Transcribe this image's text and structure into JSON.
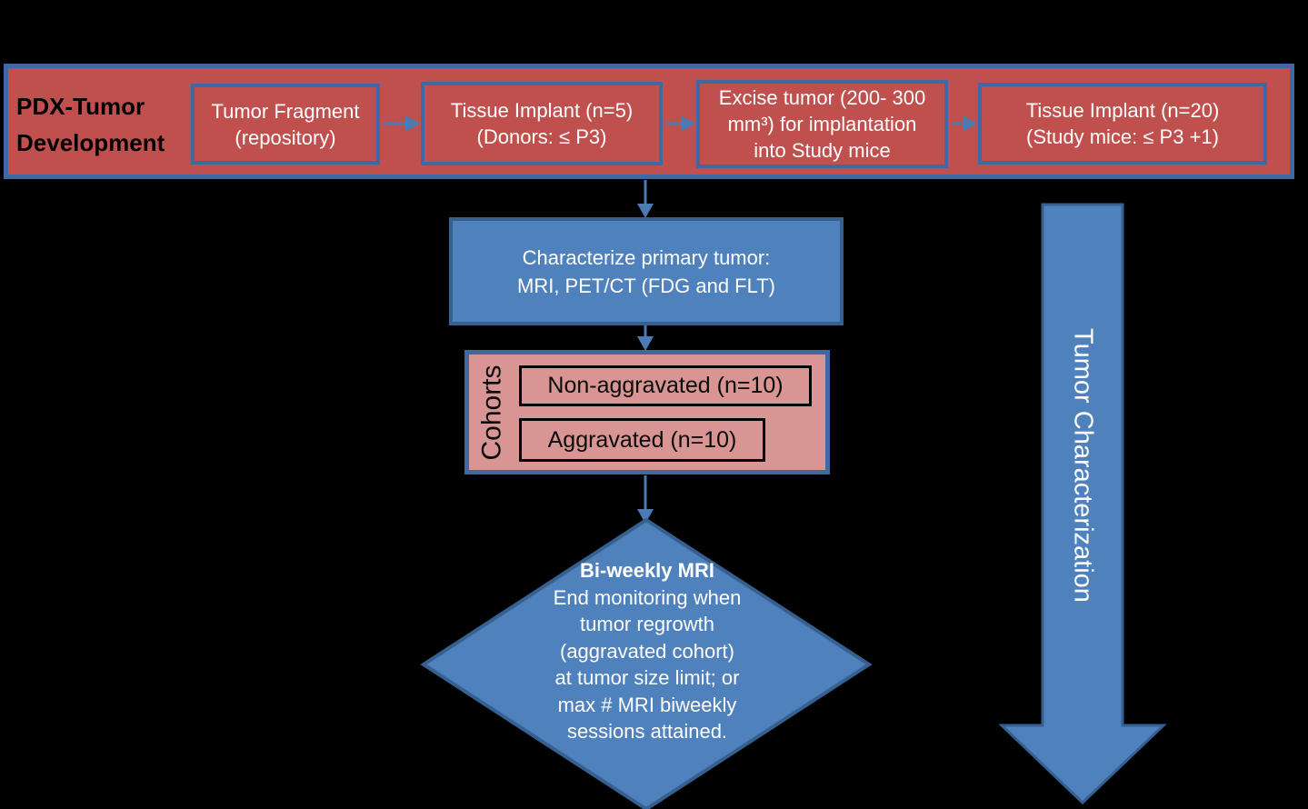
{
  "colors": {
    "background": "#000000",
    "red_fill": "#C0504D",
    "pink_fill": "#D89593",
    "blue_fill": "#4F81BD",
    "steel_border": "#3F69A2",
    "dark_blue_border": "#36608F",
    "connector_blue": "#4C7BB4",
    "white_text": "#FFFFFF",
    "black_text": "#000000"
  },
  "banner": {
    "title_lines": [
      "PDX-Tumor",
      "Development"
    ],
    "boxes": [
      {
        "lines": [
          "Tumor Fragment",
          "(repository)"
        ]
      },
      {
        "lines": [
          "Tissue Implant (n=5)",
          "(Donors: ≤ P3)"
        ]
      },
      {
        "lines": [
          "Excise tumor (200- 300",
          "mm³) for implantation",
          "into Study mice"
        ]
      },
      {
        "lines": [
          "Tissue Implant (n=20)",
          "(Study mice: ≤ P3 +1)"
        ]
      }
    ]
  },
  "characterize_box": {
    "lines": [
      "Characterize primary tumor:",
      "MRI, PET/CT (FDG and FLT)"
    ]
  },
  "cohorts": {
    "label": "Cohorts",
    "items": [
      {
        "label": "Non-aggravated (n=10)"
      },
      {
        "label": "Aggravated (n=10)"
      }
    ]
  },
  "decision_diamond": {
    "title": "Bi-weekly MRI",
    "lines": [
      "End monitoring when",
      "tumor regrowth",
      "(aggravated cohort)",
      "at tumor size limit; or",
      "max # MRI biweekly",
      "sessions attained."
    ]
  },
  "side_arrow": {
    "label": "Tumor Characterization"
  }
}
